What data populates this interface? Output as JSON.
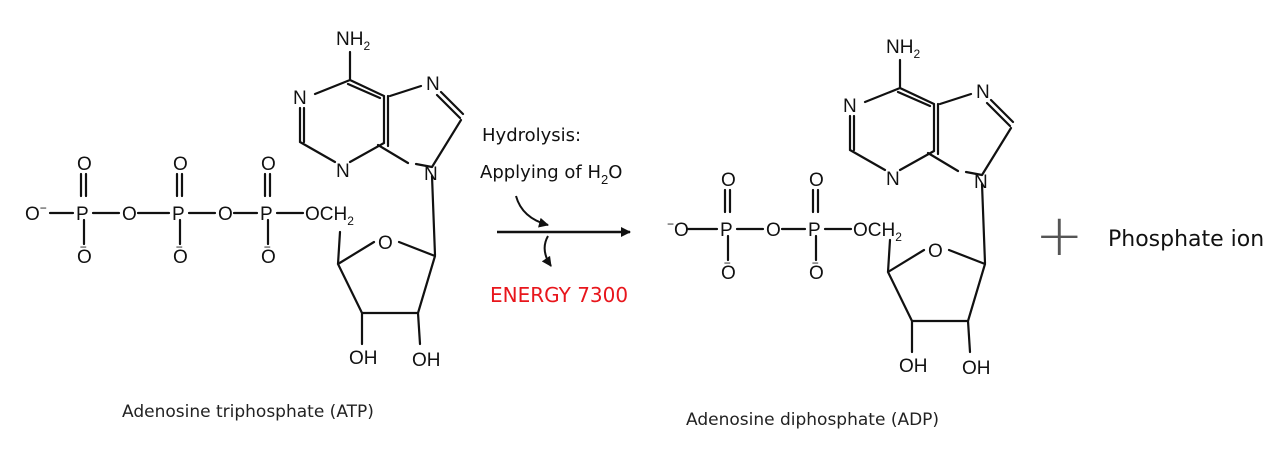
{
  "atoms": {
    "amine": "NH",
    "amine_sub": "2",
    "nitrogen": "N",
    "oxygen": "O",
    "phosphorus": "P",
    "oxide": "O",
    "charge": "−",
    "ch2": "CH",
    "ch2_sub": "2",
    "hydroxyl": "OH"
  },
  "reaction": {
    "line1": "Hydrolysis:",
    "line2_prefix": "Applying of H",
    "line2_sub": "2",
    "line2_suffix": "O",
    "energy": "ENERGY 7300",
    "energy_color": "#e8161c"
  },
  "molecules": {
    "atp_label": "Adenosine triphosphate (ATP)",
    "adp_label": "Adenosine diphosphate (ADP)"
  },
  "product": {
    "plus": "+",
    "phosphate": "Phosphate ion"
  }
}
